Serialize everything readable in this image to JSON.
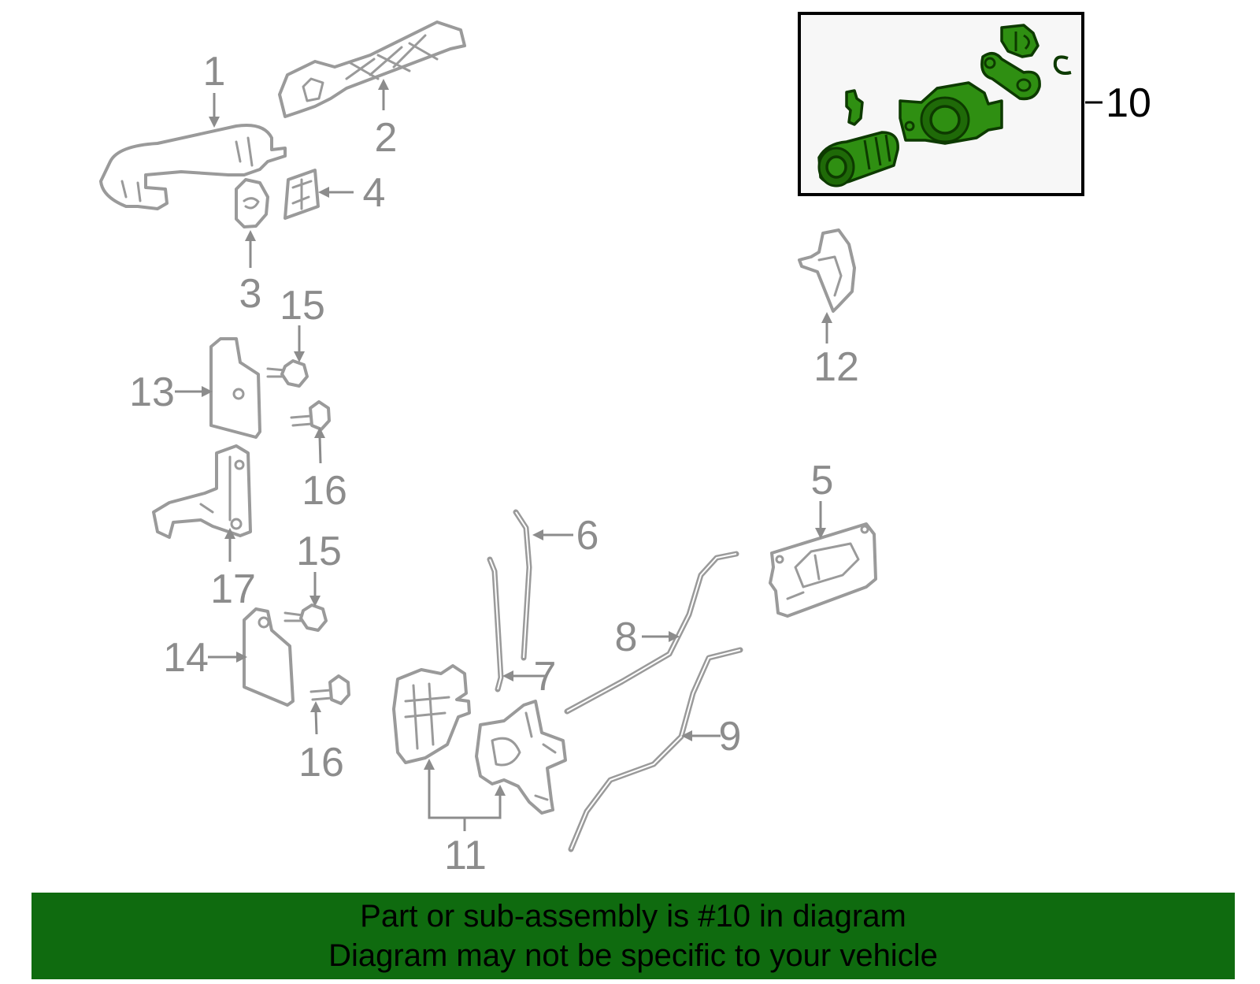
{
  "callouts": {
    "c1": "1",
    "c2": "2",
    "c3": "3",
    "c4": "4",
    "c5": "5",
    "c6": "6",
    "c7": "7",
    "c8": "8",
    "c9": "9",
    "c10": "10",
    "c11": "11",
    "c12": "12",
    "c13": "13",
    "c14": "14",
    "c15a": "15",
    "c15b": "15",
    "c16a": "16",
    "c16b": "16",
    "c17": "17"
  },
  "highlight_color": "#2f8f12",
  "banner": {
    "line1": "Part or sub-assembly is #10 in diagram",
    "line2": "Diagram may not be specific to your vehicle",
    "color": "#0f6b0f"
  }
}
